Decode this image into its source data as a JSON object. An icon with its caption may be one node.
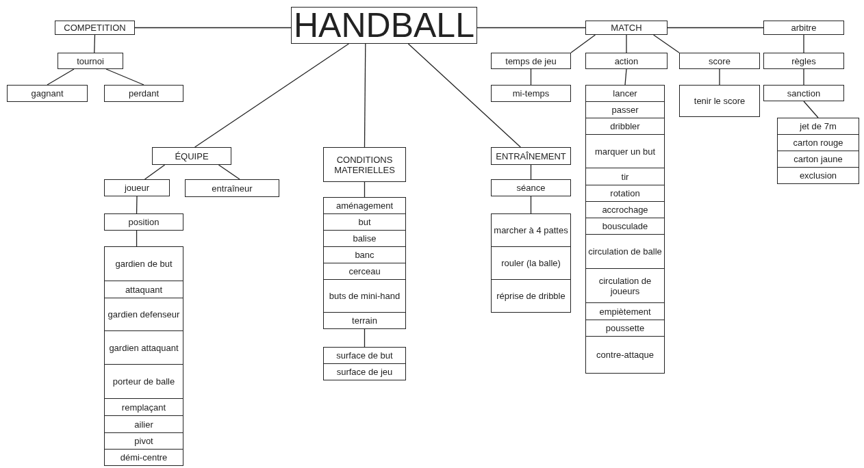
{
  "diagram": {
    "nodes": [
      {
        "text": [
          "HANDBALL"
        ]
      },
      {
        "text": [
          "COMPETITION"
        ]
      },
      {
        "text": [
          "tournoi"
        ]
      },
      {
        "text": [
          "gagnant"
        ]
      },
      {
        "text": [
          "perdant"
        ]
      },
      {
        "text": [
          "ÉQUIPE"
        ]
      },
      {
        "text": [
          "joueur"
        ]
      },
      {
        "text": [
          "entraîneur"
        ]
      },
      {
        "text": [
          "position"
        ]
      },
      {
        "text": [
          "gardien de but"
        ]
      },
      {
        "text": [
          "attaquant"
        ]
      },
      {
        "text": [
          "gardien defenseur"
        ]
      },
      {
        "text": [
          "gardien attaquant"
        ]
      },
      {
        "text": [
          "porteur de balle"
        ]
      },
      {
        "text": [
          "remplaçant"
        ]
      },
      {
        "text": [
          "ailier"
        ]
      },
      {
        "text": [
          "pivot"
        ]
      },
      {
        "text": [
          "démi-centre"
        ]
      },
      {
        "text": [
          "CONDITIONS MATERIELLES"
        ]
      },
      {
        "text": [
          "aménagement"
        ]
      },
      {
        "text": [
          "but"
        ]
      },
      {
        "text": [
          "balise"
        ]
      },
      {
        "text": [
          "banc"
        ]
      },
      {
        "text": [
          "cerceau"
        ]
      },
      {
        "text": [
          "buts de mini-hand"
        ]
      },
      {
        "text": [
          "terrain"
        ]
      },
      {
        "text": [
          "surface de but"
        ]
      },
      {
        "text": [
          "surface de jeu"
        ]
      },
      {
        "text": [
          "ENTRAÎNEMENT"
        ]
      },
      {
        "text": [
          "séance"
        ]
      },
      {
        "text": [
          "marcher à 4 pattes"
        ]
      },
      {
        "text": [
          "rouler (la balle)"
        ]
      },
      {
        "text": [
          "réprise de dribble"
        ]
      },
      {
        "text": [
          "MATCH"
        ]
      },
      {
        "text": [
          "temps de jeu"
        ]
      },
      {
        "text": [
          "mi-temps"
        ]
      },
      {
        "text": [
          "action"
        ]
      },
      {
        "text": [
          "lancer"
        ]
      },
      {
        "text": [
          "passer"
        ]
      },
      {
        "text": [
          "dribbler"
        ]
      },
      {
        "text": [
          "marquer un but"
        ]
      },
      {
        "text": [
          "tir"
        ]
      },
      {
        "text": [
          "rotation"
        ]
      },
      {
        "text": [
          "accrochage"
        ]
      },
      {
        "text": [
          "bousculade"
        ]
      },
      {
        "text": [
          "circulation de balle"
        ]
      },
      {
        "text": [
          "circulation de joueurs"
        ]
      },
      {
        "text": [
          "empiètement"
        ]
      },
      {
        "text": [
          "poussette"
        ]
      },
      {
        "text": [
          "contre-attaque"
        ]
      },
      {
        "text": [
          "score"
        ]
      },
      {
        "text": [
          "tenir le score"
        ]
      },
      {
        "text": [
          "arbitre"
        ]
      },
      {
        "text": [
          "règles"
        ]
      },
      {
        "text": [
          "sanction"
        ]
      },
      {
        "text": [
          "jet de 7m"
        ]
      },
      {
        "text": [
          "carton rouge"
        ]
      },
      {
        "text": [
          "carton jaune"
        ]
      },
      {
        "text": [
          "exclusion"
        ]
      }
    ],
    "edges": [
      {
        "from": 0,
        "to": 1,
        "arrow": "none"
      },
      {
        "from": 1,
        "to": 2,
        "arrow": "none"
      },
      {
        "from": 2,
        "to": 3,
        "arrow": "none"
      },
      {
        "from": 2,
        "to": 4,
        "arrow": "none"
      },
      {
        "from": 0,
        "to": 5,
        "arrow": "none"
      },
      {
        "from": 5,
        "to": 6,
        "arrow": "none"
      },
      {
        "from": 5,
        "to": 7,
        "arrow": "none"
      },
      {
        "from": 6,
        "to": 8,
        "arrow": "none"
      },
      {
        "from": 8,
        "to": 9,
        "arrow": "none"
      },
      {
        "from": 0,
        "to": 18,
        "arrow": "none"
      },
      {
        "from": 18,
        "to": 19,
        "arrow": "none"
      },
      {
        "from": 25,
        "to": 26,
        "arrow": "none"
      },
      {
        "from": 0,
        "to": 28,
        "arrow": "none"
      },
      {
        "from": 28,
        "to": 29,
        "arrow": "none"
      },
      {
        "from": 29,
        "to": 30,
        "arrow": "none"
      },
      {
        "from": 0,
        "to": 33,
        "arrow": "none"
      },
      {
        "from": 33,
        "to": 34,
        "arrow": "none"
      },
      {
        "from": 33,
        "to": 36,
        "arrow": "none"
      },
      {
        "from": 33,
        "to": 50,
        "arrow": "none"
      },
      {
        "from": 33,
        "to": 52,
        "arrow": "none"
      },
      {
        "from": 34,
        "to": 35,
        "arrow": "none"
      },
      {
        "from": 36,
        "to": 37,
        "arrow": "none"
      },
      {
        "from": 50,
        "to": 51,
        "arrow": "none"
      },
      {
        "from": 52,
        "to": 53,
        "arrow": "none"
      },
      {
        "from": 53,
        "to": 54,
        "arrow": "none"
      },
      {
        "from": 54,
        "to": 55,
        "arrow": "none"
      }
    ]
  }
}
